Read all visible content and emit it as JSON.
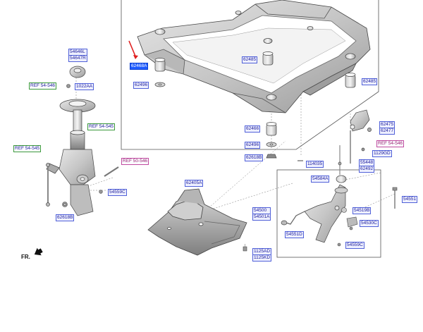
{
  "labels": {
    "p62468_top": "62468A",
    "p62496_top": "62496",
    "p62485_mid": "62485",
    "p62485_right": "62485",
    "p62466": "62466",
    "p62496_low": "62496",
    "p62618b_top": "62618B",
    "p54646": "54646L",
    "p54647": "54647R",
    "p1022aa": "1022AA",
    "ref_54546_a": "REF 54-546",
    "ref_54545": "REF 54-545",
    "ref_54545_left": "REF 54-545",
    "ref_50546": "REF 50-546",
    "p54559c_left": "54559C",
    "p62618b_low": "62618B",
    "p62475": "62475",
    "p62477": "62477",
    "ref_54546_b": "REF 54-546",
    "p1129gd": "1129GD",
    "p1140315": "114035",
    "p55448": "55448",
    "p62492": "62492",
    "p54584a": "54584A",
    "p54551": "54551",
    "p62405a": "62405A",
    "p5450": "54500",
    "p54501a": "54501A",
    "p54519b": "54519B",
    "p54530c": "54530C",
    "p54551d": "54551D",
    "p54559c_right": "54559C",
    "p1125ad": "1125AD",
    "p1125kd": "1125KD"
  },
  "orientation": {
    "text": "FR."
  },
  "colors": {
    "highlight": "#1f5cff",
    "callout_arrow": "#e02020",
    "label_border": "#5060d8"
  },
  "icons": [
    "front-arrow-icon",
    "callout-arrow-icon"
  ]
}
